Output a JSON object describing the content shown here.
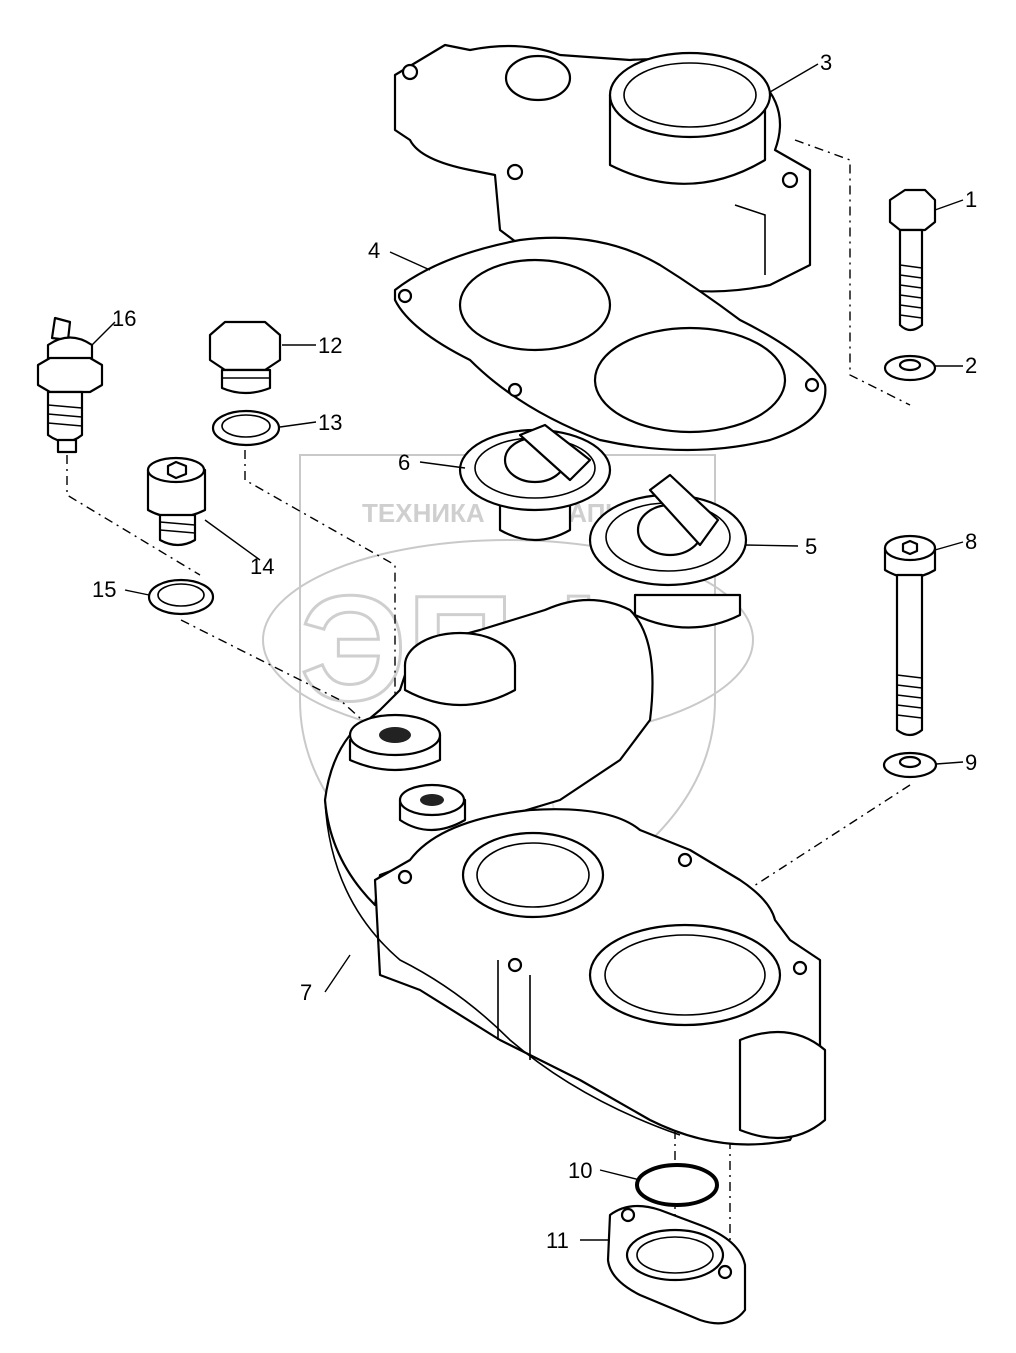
{
  "watermark": {
    "text_top": "ТЕХНИКА",
    "text_top_right": "ЗАПЧАСТИ",
    "logo_letters": "ЭПФ"
  },
  "callouts": [
    {
      "id": "c1",
      "label": "1"
    },
    {
      "id": "c2",
      "label": "2"
    },
    {
      "id": "c3",
      "label": "3"
    },
    {
      "id": "c4",
      "label": "4"
    },
    {
      "id": "c5",
      "label": "5"
    },
    {
      "id": "c6",
      "label": "6"
    },
    {
      "id": "c7",
      "label": "7"
    },
    {
      "id": "c8",
      "label": "8"
    },
    {
      "id": "c9",
      "label": "9"
    },
    {
      "id": "c10",
      "label": "10"
    },
    {
      "id": "c11",
      "label": "11"
    },
    {
      "id": "c12",
      "label": "12"
    },
    {
      "id": "c13",
      "label": "13"
    },
    {
      "id": "c14",
      "label": "14"
    },
    {
      "id": "c15",
      "label": "15"
    },
    {
      "id": "c16",
      "label": "16"
    }
  ]
}
